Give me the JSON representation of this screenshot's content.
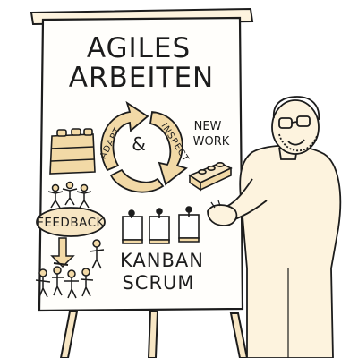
{
  "board": {
    "title_line1": "AGILES",
    "title_line2": "ARBEITEN",
    "new_work_line1": "NEW",
    "new_work_line2": "WORK",
    "cycle_left": "ADAPT",
    "cycle_right": "INSPECT",
    "cycle_center": "&",
    "feedback": "FEEDBACK",
    "kanban": "KANBAN",
    "scrum": "SCRUM"
  },
  "colors": {
    "ink": "#1c1c1c",
    "accent": "#f2d9a6",
    "accent_dark": "#e6c287",
    "board": "#fffefb"
  },
  "icons": [
    "lego-brick-stack",
    "cycle-arrows",
    "single-lego-brick",
    "people-group",
    "task-cards"
  ]
}
